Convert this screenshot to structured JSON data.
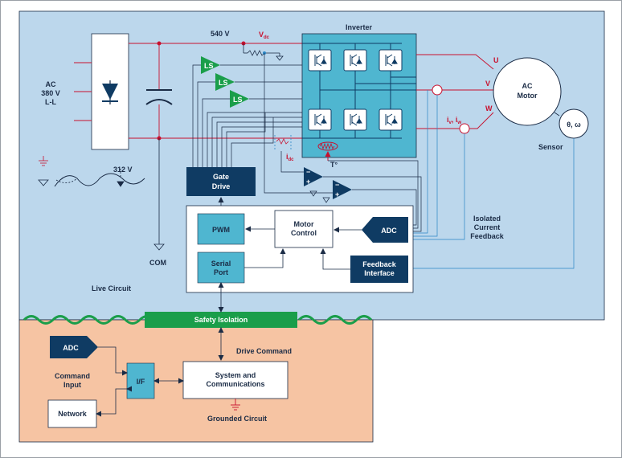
{
  "colors": {
    "live_bg": "#bcd7ec",
    "grounded_bg": "#f6c4a3",
    "navy": "#0f3b63",
    "cyan_block": "#4fb6d0",
    "green": "#1a9e4a",
    "red_wire": "#c8102e",
    "wire": "#1a2b45"
  },
  "labels": {
    "ac_input_l1": "AC",
    "ac_input_l2": "380 V",
    "ac_input_l3": "L-L",
    "dc_bus_voltage": "540 V",
    "vdc": "V",
    "vdc_sub": "dc",
    "ripple_voltage": "312 V",
    "com": "COM",
    "inverter": "Inverter",
    "phase_u": "U",
    "phase_v": "V",
    "phase_w": "W",
    "ac_motor_l1": "AC",
    "ac_motor_l2": "Motor",
    "sensor_symbol": "θ, ω",
    "sensor": "Sensor",
    "current_iv_iw": "i",
    "iv_sub": "v",
    "iw_sub": "w",
    "idc": "i",
    "idc_sub": "dc",
    "temperature": "T°",
    "ls": "LS",
    "gate_drive_l1": "Gate",
    "gate_drive_l2": "Drive",
    "pwm": "PWM",
    "motor_control_l1": "Motor",
    "motor_control_l2": "Control",
    "adc_live": "ADC",
    "serial_port_l1": "Serial",
    "serial_port_l2": "Port",
    "feedback_interface_l1": "Feedback",
    "feedback_interface_l2": "Interface",
    "isolated_feedback_l1": "Isolated",
    "isolated_feedback_l2": "Current",
    "isolated_feedback_l3": "Feedback",
    "live_circuit": "Live Circuit",
    "safety_isolation": "Safety Isolation",
    "drive_command": "Drive Command",
    "adc_grounded": "ADC",
    "command_input_l1": "Command",
    "command_input_l2": "Input",
    "interface": "I/F",
    "system_comm_l1": "System and",
    "system_comm_l2": "Communications",
    "network": "Network",
    "grounded_circuit": "Grounded Circuit"
  }
}
